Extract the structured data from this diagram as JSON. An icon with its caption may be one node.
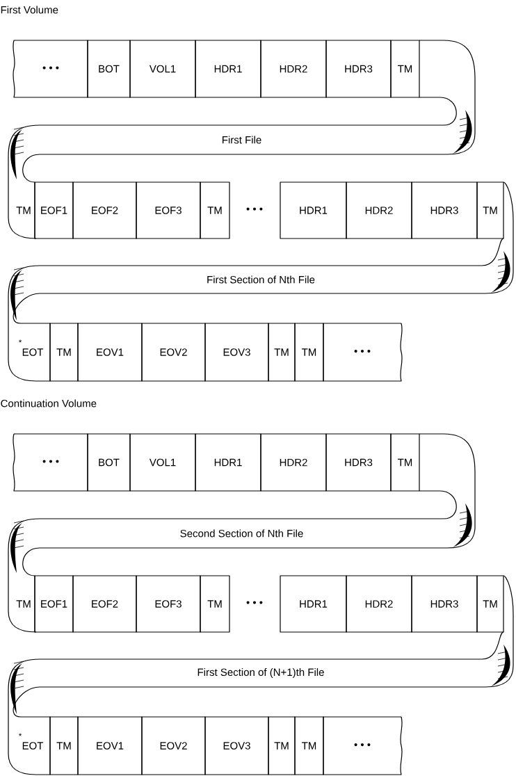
{
  "diagram": {
    "nodes": [
      {
        "text": [
          "• • •"
        ]
      },
      {
        "text": [
          "BOT"
        ]
      },
      {
        "text": [
          "VOL1"
        ]
      },
      {
        "text": [
          "HDR1"
        ]
      },
      {
        "text": [
          "HDR2"
        ]
      },
      {
        "text": [
          "HDR3"
        ]
      },
      {
        "text": [
          "TM"
        ]
      },
      {
        "text": [
          "First File"
        ]
      },
      {
        "text": [
          "TM"
        ]
      },
      {
        "text": [
          "EOF1"
        ]
      },
      {
        "text": [
          "EOF2"
        ]
      },
      {
        "text": [
          "EOF3"
        ]
      },
      {
        "text": [
          "TM"
        ]
      },
      {
        "text": [
          "HDR1"
        ]
      },
      {
        "text": [
          "HDR2"
        ]
      },
      {
        "text": [
          "HDR3"
        ]
      },
      {
        "text": [
          "TM"
        ]
      },
      {
        "text": [
          "First Section of Nth File"
        ]
      },
      {
        "text": [
          "EOT"
        ],
        "beside": [
          "*"
        ]
      },
      {
        "text": [
          "TM"
        ]
      },
      {
        "text": [
          "EOV1"
        ]
      },
      {
        "text": [
          "EOV2"
        ]
      },
      {
        "text": [
          "EOV3"
        ]
      },
      {
        "text": [
          "TM"
        ]
      },
      {
        "text": [
          "TM"
        ]
      },
      {
        "text": [
          "• • •"
        ]
      },
      {
        "text": [
          "• • •"
        ]
      },
      {
        "text": [
          "BOT"
        ]
      },
      {
        "text": [
          "VOL1"
        ]
      },
      {
        "text": [
          "HDR1"
        ]
      },
      {
        "text": [
          "HDR2"
        ]
      },
      {
        "text": [
          "HDR3"
        ]
      },
      {
        "text": [
          "TM"
        ]
      },
      {
        "text": [
          "Second Section of Nth File"
        ]
      },
      {
        "text": [
          "TM"
        ]
      },
      {
        "text": [
          "EOF1"
        ]
      },
      {
        "text": [
          "EOF2"
        ]
      },
      {
        "text": [
          "EOF3"
        ]
      },
      {
        "text": [
          "TM"
        ]
      },
      {
        "text": [
          "HDR1"
        ]
      },
      {
        "text": [
          "HDR2"
        ]
      },
      {
        "text": [
          "HDR3"
        ]
      },
      {
        "text": [
          "TM"
        ]
      },
      {
        "text": [
          "First Section of (N+1)th File"
        ]
      },
      {
        "text": [
          "EOT"
        ],
        "beside": [
          "*"
        ]
      },
      {
        "text": [
          "TM"
        ]
      },
      {
        "text": [
          "EOV1"
        ]
      },
      {
        "text": [
          "EOV2"
        ]
      },
      {
        "text": [
          "EOV3"
        ]
      },
      {
        "text": [
          "TM"
        ]
      },
      {
        "text": [
          "TM"
        ]
      },
      {
        "text": [
          "• • •"
        ]
      }
    ],
    "labels": [
      "First Volume",
      "• • •",
      "Continuation Volume",
      "• • •"
    ]
  }
}
